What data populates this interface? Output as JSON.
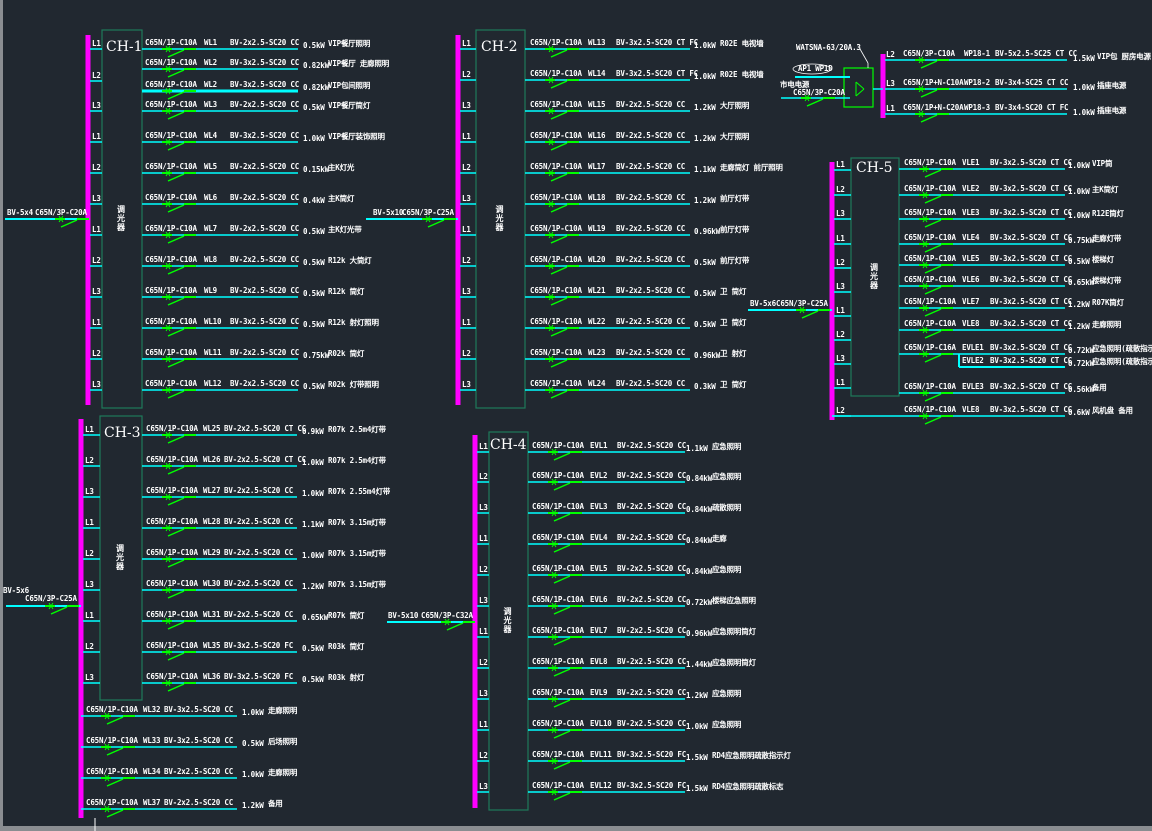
{
  "colors": {
    "background": "#212830",
    "bus": "#ff00ff",
    "circuit_line": "#00ffff",
    "breaker": "#00ff00",
    "panel_box": "#1e7a5a",
    "text": "#ffffff"
  },
  "panels": {
    "ch1": {
      "title": "CH-1",
      "box_label": "调光器",
      "feeder": {
        "cable": "BV-5x4",
        "breaker": "C65N/3P-C20A"
      },
      "phases": [
        "L1",
        "L2",
        "L3",
        "L1",
        "L2",
        "L3",
        "L1",
        "L2",
        "L3",
        "L1",
        "L2",
        "L3"
      ],
      "circuits": [
        {
          "breaker": "C65N/1P-C10A",
          "id": "WL1",
          "cable": "BV-2x2.5-SC20 CC",
          "load": "0.5kW",
          "desc": "VIP餐厅照明"
        },
        {
          "breaker": "C65N/1P-C10A",
          "id": "WL2",
          "cable": "BV-3x2.5-SC20 CC",
          "load": "0.82kW",
          "desc": "VIP餐厅 走廊照明"
        },
        {
          "breaker": "C65N/1P-C10A",
          "id": "WL2",
          "cable": "BV-3x2.5-SC20 CC",
          "load": "0.82kW",
          "desc": "VIP包间照明"
        },
        {
          "breaker": "C65N/1P-C10A",
          "id": "WL3",
          "cable": "BV-2x2.5-SC20 CC",
          "load": "0.5kW",
          "desc": "VIP餐厅筒灯"
        },
        {
          "breaker": "C65N/1P-C10A",
          "id": "WL4",
          "cable": "BV-3x2.5-SC20 CC",
          "load": "1.0kW",
          "desc": "VIP餐厅装饰照明"
        },
        {
          "breaker": "C65N/1P-C10A",
          "id": "WL5",
          "cable": "BV-2x2.5-SC20 CC",
          "load": "0.15kW",
          "desc": "主K灯光"
        },
        {
          "breaker": "C65N/1P-C10A",
          "id": "WL6",
          "cable": "BV-2x2.5-SC20 CC",
          "load": "0.4kW",
          "desc": "主K筒灯"
        },
        {
          "breaker": "C65N/1P-C10A",
          "id": "WL7",
          "cable": "BV-2x2.5-SC20 CC",
          "load": "0.5kW",
          "desc": "主K灯光带"
        },
        {
          "breaker": "C65N/1P-C10A",
          "id": "WL8",
          "cable": "BV-2x2.5-SC20 CC",
          "load": "0.5kW",
          "desc": "R12k 大筒灯"
        },
        {
          "breaker": "C65N/1P-C10A",
          "id": "WL9",
          "cable": "BV-2x2.5-SC20 CC",
          "load": "0.5kW",
          "desc": "R12k 筒灯"
        },
        {
          "breaker": "C65N/1P-C10A",
          "id": "WL10",
          "cable": "BV-3x2.5-SC20 CC",
          "load": "0.5kW",
          "desc": "R12k 射灯照明"
        },
        {
          "breaker": "C65N/1P-C10A",
          "id": "WL11",
          "cable": "BV-2x2.5-SC20 CC",
          "load": "0.75kW",
          "desc": "R02k 筒灯"
        },
        {
          "breaker": "C65N/1P-C10A",
          "id": "WL12",
          "cable": "BV-2x2.5-SC20 CC",
          "load": "0.5kW",
          "desc": "R02k 灯带照明"
        }
      ]
    },
    "ch2": {
      "title": "CH-2",
      "box_label": "调光器",
      "feeder": {
        "cable": "BV-5x10",
        "breaker": "C65N/3P-C25A"
      },
      "phases": [
        "L1",
        "L2",
        "L3",
        "L1",
        "L2",
        "L3",
        "L1",
        "L2",
        "L3",
        "L1",
        "L2",
        "L3"
      ],
      "circuits": [
        {
          "breaker": "C65N/1P-C10A",
          "id": "WL13",
          "cable": "BV-3x2.5-SC20 CT FC",
          "load": "1.0kW",
          "desc": "R02E 电视墙"
        },
        {
          "breaker": "C65N/1P-C10A",
          "id": "WL14",
          "cable": "BV-3x2.5-SC20 CT FC",
          "load": "1.0kW",
          "desc": "R02E 电视墙"
        },
        {
          "breaker": "C65N/1P-C10A",
          "id": "WL15",
          "cable": "BV-2x2.5-SC20 CC",
          "load": "1.2kW",
          "desc": "大厅照明"
        },
        {
          "breaker": "C65N/1P-C10A",
          "id": "WL16",
          "cable": "BV-2x2.5-SC20 CC",
          "load": "1.2kW",
          "desc": "大厅照明"
        },
        {
          "breaker": "C65N/1P-C10A",
          "id": "WL17",
          "cable": "BV-2x2.5-SC20 CC",
          "load": "1.1kW",
          "desc": "走廊筒灯 前厅照明"
        },
        {
          "breaker": "C65N/1P-C10A",
          "id": "WL18",
          "cable": "BV-2x2.5-SC20 CC",
          "load": "1.2kW",
          "desc": "前厅灯带"
        },
        {
          "breaker": "C65N/1P-C10A",
          "id": "WL19",
          "cable": "BV-2x2.5-SC20 CC",
          "load": "0.96kW",
          "desc": "前厅灯带"
        },
        {
          "breaker": "C65N/1P-C10A",
          "id": "WL20",
          "cable": "BV-2x2.5-SC20 CC",
          "load": "0.5kW",
          "desc": "前厅灯带"
        },
        {
          "breaker": "C65N/1P-C10A",
          "id": "WL21",
          "cable": "BV-2x2.5-SC20 CC",
          "load": "0.5kW",
          "desc": "卫 筒灯"
        },
        {
          "breaker": "C65N/1P-C10A",
          "id": "WL22",
          "cable": "BV-2x2.5-SC20 CC",
          "load": "0.5kW",
          "desc": "卫 筒灯"
        },
        {
          "breaker": "C65N/1P-C10A",
          "id": "WL23",
          "cable": "BV-2x2.5-SC20 CC",
          "load": "0.96kW",
          "desc": "卫 射灯"
        },
        {
          "breaker": "C65N/1P-C10A",
          "id": "WL24",
          "cable": "BV-2x2.5-SC20 CC",
          "load": "0.3kW",
          "desc": "卫 筒灯"
        }
      ]
    },
    "ch3": {
      "title": "CH-3",
      "box_label": "调光器",
      "feeder": {
        "cable": "BV-5x6",
        "breaker": "C65N/3P-C25A"
      },
      "phases": [
        "L1",
        "L2",
        "L3",
        "L1",
        "L2",
        "L3",
        "L1",
        "L2",
        "L3"
      ],
      "circuits": [
        {
          "breaker": "C65N/1P-C10A",
          "id": "WL25",
          "cable": "BV-2x2.5-SC20 CT CC",
          "load": "0.9kW",
          "desc": "R07k 2.5m4灯带"
        },
        {
          "breaker": "C65N/1P-C10A",
          "id": "WL26",
          "cable": "BV-2x2.5-SC20 CT CC",
          "load": "1.0kW",
          "desc": "R07k 2.5m4灯带"
        },
        {
          "breaker": "C65N/1P-C10A",
          "id": "WL27",
          "cable": "BV-2x2.5-SC20 CC",
          "load": "1.0kW",
          "desc": "R07k 2.55m4灯带"
        },
        {
          "breaker": "C65N/1P-C10A",
          "id": "WL28",
          "cable": "BV-2x2.5-SC20 CC",
          "load": "1.1kW",
          "desc": "R07k 3.15m灯带"
        },
        {
          "breaker": "C65N/1P-C10A",
          "id": "WL29",
          "cable": "BV-2x2.5-SC20 CC",
          "load": "1.0kW",
          "desc": "R07k 3.15m灯带"
        },
        {
          "breaker": "C65N/1P-C10A",
          "id": "WL30",
          "cable": "BV-2x2.5-SC20 CC",
          "load": "1.2kW",
          "desc": "R07k 3.15m灯带"
        },
        {
          "breaker": "C65N/1P-C10A",
          "id": "WL31",
          "cable": "BV-2x2.5-SC20 CC",
          "load": "0.65kW",
          "desc": "R07k 筒灯"
        },
        {
          "breaker": "C65N/1P-C10A",
          "id": "WL35",
          "cable": "BV-3x2.5-SC20 FC",
          "load": "0.5kW",
          "desc": "R03k 筒灯"
        },
        {
          "breaker": "C65N/1P-C10A",
          "id": "WL36",
          "cable": "BV-3x2.5-SC20 FC",
          "load": "0.5kW",
          "desc": "R03k 射灯"
        }
      ],
      "direct_circuits": [
        {
          "breaker": "C65N/1P-C10A",
          "id": "WL32",
          "cable": "BV-3x2.5-SC20 CC",
          "load": "1.0kW",
          "desc": "走廊照明"
        },
        {
          "breaker": "C65N/1P-C10A",
          "id": "WL33",
          "cable": "BV-3x2.5-SC20 CC",
          "load": "0.5kW",
          "desc": "后场照明"
        },
        {
          "breaker": "C65N/1P-C10A",
          "id": "WL34",
          "cable": "BV-2x2.5-SC20 CC",
          "load": "1.0kW",
          "desc": "走廊照明"
        },
        {
          "breaker": "C65N/1P-C10A",
          "id": "WL37",
          "cable": "BV-2x2.5-SC20 CC",
          "load": "1.2kW",
          "desc": "备用"
        }
      ]
    },
    "ch4": {
      "title": "CH-4",
      "box_label": "调光器",
      "feeder": {
        "cable": "BV-5x10",
        "breaker": "C65N/3P-C32A"
      },
      "phases": [
        "L1",
        "L2",
        "L3",
        "L1",
        "L2",
        "L3",
        "L1",
        "L2",
        "L3",
        "L1",
        "L2",
        "L3"
      ],
      "circuits": [
        {
          "breaker": "C65N/1P-C10A",
          "id": "EVL1",
          "cable": "BV-2x2.5-SC20 CC",
          "load": "1.1kW",
          "desc": "应急照明"
        },
        {
          "breaker": "C65N/1P-C10A",
          "id": "EVL2",
          "cable": "BV-2x2.5-SC20 CC",
          "load": "0.84kW",
          "desc": "应急照明"
        },
        {
          "breaker": "C65N/1P-C10A",
          "id": "EVL3",
          "cable": "BV-2x2.5-SC20 CC",
          "load": "0.84kW",
          "desc": "疏散照明"
        },
        {
          "breaker": "C65N/1P-C10A",
          "id": "EVL4",
          "cable": "BV-2x2.5-SC20 CC",
          "load": "0.84kW",
          "desc": "走廊"
        },
        {
          "breaker": "C65N/1P-C10A",
          "id": "EVL5",
          "cable": "BV-2x2.5-SC20 CC",
          "load": "0.84kW",
          "desc": "应急照明"
        },
        {
          "breaker": "C65N/1P-C10A",
          "id": "EVL6",
          "cable": "BV-2x2.5-SC20 CC",
          "load": "0.72kW",
          "desc": "楼梯应急照明"
        },
        {
          "breaker": "C65N/1P-C10A",
          "id": "EVL7",
          "cable": "BV-2x2.5-SC20 CC",
          "load": "0.96kW",
          "desc": "应急照明筒灯"
        },
        {
          "breaker": "C65N/1P-C10A",
          "id": "EVL8",
          "cable": "BV-2x2.5-SC20 CC",
          "load": "1.44kW",
          "desc": "应急照明筒灯"
        },
        {
          "breaker": "C65N/1P-C10A",
          "id": "EVL9",
          "cable": "BV-2x2.5-SC20 CC",
          "load": "1.2kW",
          "desc": "应急照明"
        },
        {
          "breaker": "C65N/1P-C10A",
          "id": "EVL10",
          "cable": "BV-2x2.5-SC20 CC",
          "load": "1.0kW",
          "desc": "应急照明"
        },
        {
          "breaker": "C65N/1P-C10A",
          "id": "EVL11",
          "cable": "BV-3x2.5-SC20 FC",
          "load": "1.5kW",
          "desc": "RD4应急照明疏散指示灯"
        },
        {
          "breaker": "C65N/1P-C10A",
          "id": "EVL12",
          "cable": "BV-3x2.5-SC20 FC",
          "load": "1.5kW",
          "desc": "RD4应急照明疏散标志"
        }
      ]
    },
    "ch5": {
      "title": "CH-5",
      "box_label": "调光器",
      "feeder": {
        "cable": "BV-5x6",
        "breaker": "C65N/3P-C25A"
      },
      "phases": [
        "L1",
        "L2",
        "L3",
        "L1",
        "L2",
        "L3",
        "L1",
        "L2",
        "L3",
        "L1",
        "L2"
      ],
      "circuits": [
        {
          "breaker": "C65N/1P-C10A",
          "id": "VLE1",
          "cable": "BV-3x2.5-SC20 CT CC",
          "load": "1.0kW",
          "desc": "VIP筒"
        },
        {
          "breaker": "C65N/1P-C10A",
          "id": "VLE2",
          "cable": "BV-3x2.5-SC20 CT CC",
          "load": "1.0kW",
          "desc": "主K筒灯"
        },
        {
          "breaker": "C65N/1P-C10A",
          "id": "VLE3",
          "cable": "BV-3x2.5-SC20 CT CC",
          "load": "1.0kW",
          "desc": "R12E筒灯"
        },
        {
          "breaker": "C65N/1P-C10A",
          "id": "VLE4",
          "cable": "BV-3x2.5-SC20 CT CC",
          "load": "0.75kW",
          "desc": "走廊灯带"
        },
        {
          "breaker": "C65N/1P-C10A",
          "id": "VLE5",
          "cable": "BV-3x2.5-SC20 CT CC",
          "load": "0.5kW",
          "desc": "楼梯灯"
        },
        {
          "breaker": "C65N/1P-C10A",
          "id": "VLE6",
          "cable": "BV-3x2.5-SC20 CT CC",
          "load": "0.65kW",
          "desc": "楼梯灯带"
        },
        {
          "breaker": "C65N/1P-C10A",
          "id": "VLE7",
          "cable": "BV-3x2.5-SC20 CT CC",
          "load": "1.2kW",
          "desc": "R07K筒灯"
        },
        {
          "breaker": "C65N/1P-C10A",
          "id": "VLE8",
          "cable": "BV-3x2.5-SC20 CT CC",
          "load": "1.2kW",
          "desc": "走廊照明"
        },
        {
          "breaker": "C65N/1P-C16A",
          "id": "EVLE1",
          "cable": "BV-3x2.5-SC20 CT CC",
          "load": "0.72kW",
          "desc": "应急照明(疏散指示)"
        },
        {
          "breaker": "",
          "id": "EVLE2",
          "cable": "BV-3x2.5-SC20 CT CC",
          "load": "0.72kW",
          "desc": "应急照明(疏散指示)"
        },
        {
          "breaker": "C65N/1P-C10A",
          "id": "EVLE3",
          "cable": "BV-3x2.5-SC20 CT CC",
          "load": "0.56kW",
          "desc": "备用"
        },
        {
          "breaker": "C65N/1P-C10A",
          "id": "VLE8",
          "cable": "BV-3x2.5-SC20 CT CC",
          "load": "0.6kW",
          "desc": "风机盘 备用"
        }
      ]
    },
    "wp18": {
      "ats_label": "WATSNA-63/20A.3",
      "source_tag": "AP1 WP1D",
      "source_desc": "市电电源",
      "backup_breaker": "C65N/3P-C20A",
      "phases": [
        "L2",
        "L3",
        "L1"
      ],
      "circuits": [
        {
          "breaker": "C65N/3P-C10A",
          "id": "WP18-1",
          "cable": "BV-5x2.5-SC25 CT CC",
          "load": "1.5kW",
          "desc": "VIP包 厨房电源"
        },
        {
          "breaker": "C65N/1P+N-C10A",
          "id": "WP18-2",
          "cable": "BV-3x4-SC25 CT CC",
          "load": "1.0kW",
          "desc": "插座电源"
        },
        {
          "breaker": "C65N/1P+N-C20A",
          "id": "WP18-3",
          "cable": "BV-3x4-SC20 CT FC",
          "load": "1.0kW",
          "desc": "插座电源"
        }
      ]
    }
  }
}
